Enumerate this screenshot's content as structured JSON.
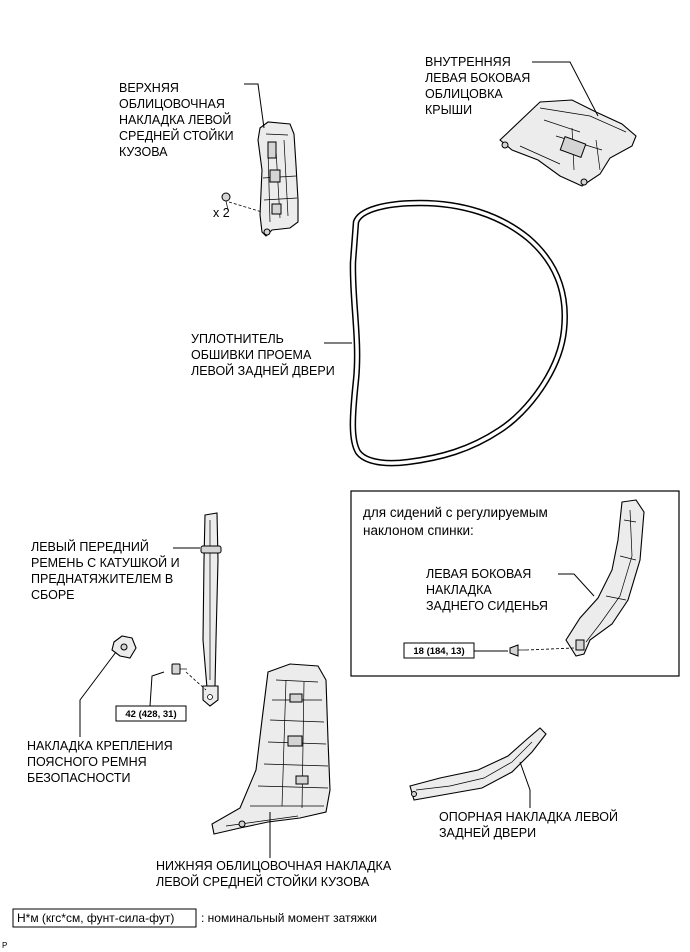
{
  "labels": {
    "upper_b_pillar": [
      "ВЕРХНЯЯ",
      "ОБЛИЦОВОЧНАЯ",
      "НАКЛАДКА ЛЕВОЙ",
      "СРЕДНЕЙ СТОЙКИ",
      "КУЗОВА"
    ],
    "roof_side_trim": [
      "ВНУТРЕННЯЯ",
      "ЛЕВАЯ БОКОВАЯ",
      "ОБЛИЦОВКА",
      "КРЫШИ"
    ],
    "quantity": "x 2",
    "weatherstrip": [
      "УПЛОТНИТЕЛЬ",
      "ОБШИВКИ ПРОЕМА",
      "ЛЕВОЙ ЗАДНЕЙ ДВЕРИ"
    ],
    "seat_belt": [
      "ЛЕВЫЙ ПЕРЕДНИЙ",
      "РЕМЕНЬ С КАТУШКОЙ И",
      "ПРЕДНАТЯЖИТЕЛЕМ В",
      "СБОРЕ"
    ],
    "belt_anchor_cover": [
      "НАКЛАДКА КРЕПЛЕНИЯ",
      "ПОЯСНОГО РЕМНЯ",
      "БЕЗОПАСНОСТИ"
    ],
    "lower_b_pillar": [
      "НИЖНЯЯ ОБЛИЦОВОЧНАЯ НАКЛАДКА",
      "ЛЕВОЙ СРЕДНЕЙ СТОЙКИ КУЗОВА"
    ],
    "scuff_plate": [
      "ОПОРНАЯ НАКЛАДКА ЛЕВОЙ",
      "ЗАДНЕЙ ДВЕРИ"
    ]
  },
  "inset": {
    "title": [
      "для сидений с регулируемым",
      "наклоном спинки:"
    ],
    "seat_side_trim": [
      "ЛЕВАЯ БОКОВАЯ",
      "НАКЛАДКА",
      "ЗАДНЕГО СИДЕНЬЯ"
    ],
    "torque": "18 (184, 13)"
  },
  "torque_seat_belt": "42 (428, 31)",
  "legend": {
    "units": "Н*м (кгс*см, фунт-сила-фут)",
    "description": ": номинальный момент затяжки"
  },
  "corner_mark": "P"
}
